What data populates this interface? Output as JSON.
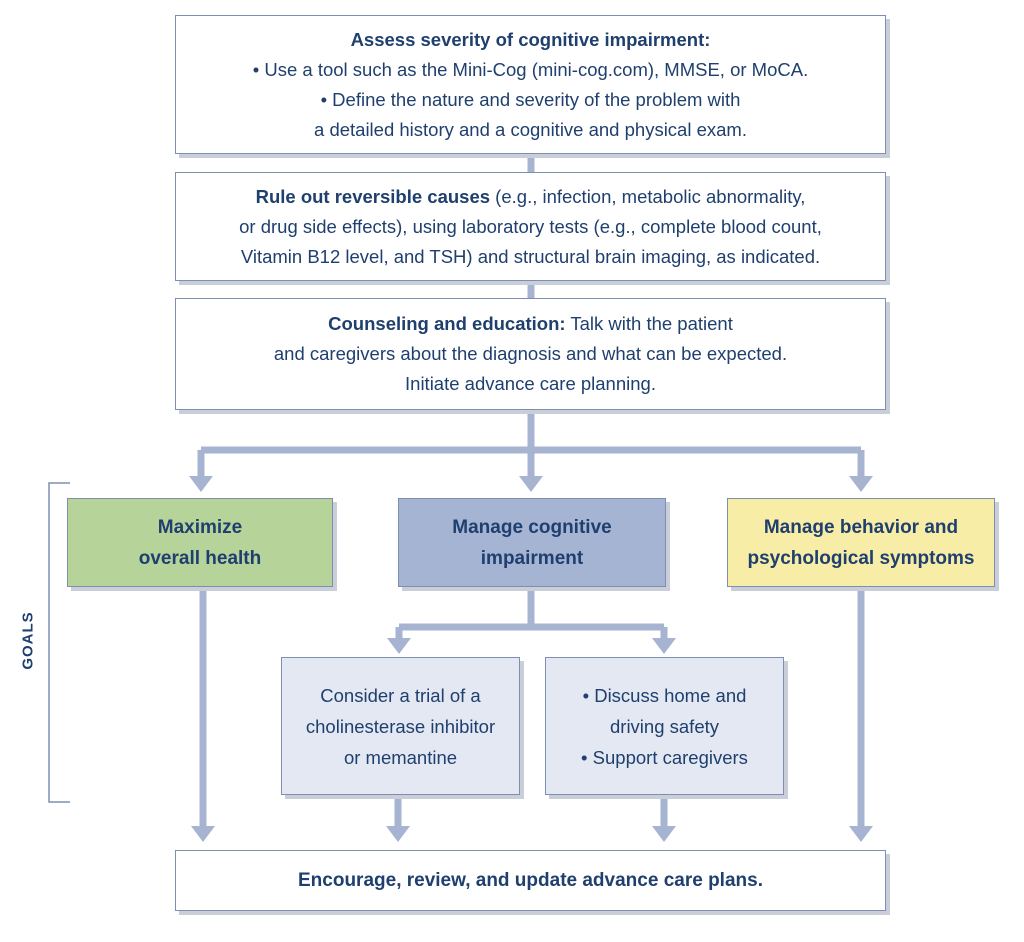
{
  "colors": {
    "connector": "#a6b3d1",
    "border": "#7d8fb0",
    "text": "#1f3f6e",
    "box_white": "#ffffff",
    "box_light_blue": "#e3e8f3",
    "goal_health": "#b6d39a",
    "goal_cognitive": "#a6b4d3",
    "goal_behavior": "#f8eda7"
  },
  "assess": {
    "title": "Assess severity of cognitive impairment:",
    "line2": "• Use a tool such as the Mini-Cog (mini-cog.com), MMSE, or MoCA.",
    "line3": "• Define the nature and severity of the problem with",
    "line4": "a detailed history and a cognitive and physical exam."
  },
  "rule_out": {
    "bold": "Rule out reversible causes",
    "line1_rest": " (e.g., infection, metabolic abnormality,",
    "line2": "or drug side effects), using laboratory tests (e.g., complete blood count,",
    "line3": "Vitamin B12 level, and TSH) and structural brain imaging, as indicated."
  },
  "counseling": {
    "bold": "Counseling and education:",
    "line1_rest": " Talk with the patient",
    "line2": "and caregivers about the diagnosis and what can be expected.",
    "line3": "Initiate advance care planning."
  },
  "goals_label": "GOALS",
  "goal_health": {
    "line1": "Maximize",
    "line2": "overall health"
  },
  "goal_cognitive": {
    "line1": "Manage cognitive",
    "line2": "impairment"
  },
  "goal_behavior": {
    "line1": "Manage behavior and",
    "line2": "psychological symptoms"
  },
  "trial": {
    "line1": "Consider a trial of a",
    "line2": "cholinesterase inhibitor",
    "line3": "or memantine"
  },
  "safety": {
    "line1": "• Discuss home and",
    "line2": "driving safety",
    "line3": "• Support caregivers"
  },
  "final": "Encourage, review, and update advance care plans."
}
